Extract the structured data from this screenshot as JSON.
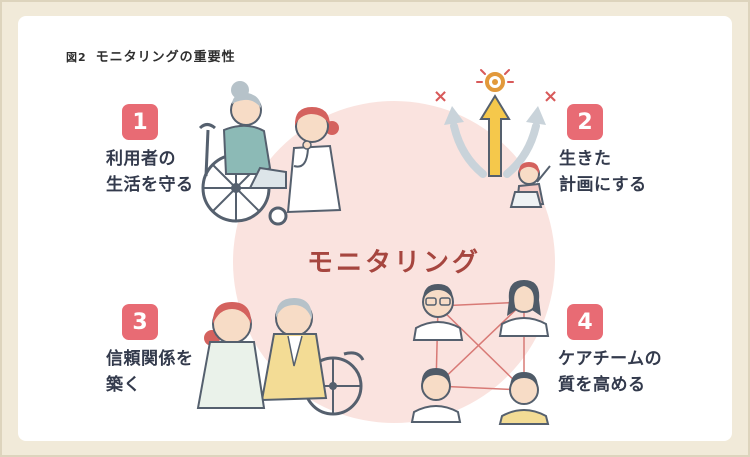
{
  "figure": {
    "label": "図2",
    "title": "モニタリングの重要性"
  },
  "center": {
    "label": "モニタリング"
  },
  "items": [
    {
      "number": "1",
      "label": "利用者の\n生活を守る"
    },
    {
      "number": "2",
      "label": "生きた\n計画にする"
    },
    {
      "number": "3",
      "label": "信頼関係を\n築く"
    },
    {
      "number": "4",
      "label": "ケアチームの\n質を高める"
    }
  ],
  "illustrations": [
    {
      "name": "caregiver-and-wheelchair-user-illustration"
    },
    {
      "name": "branching-arrows-to-goal-illustration"
    },
    {
      "name": "trust-conversation-illustration"
    },
    {
      "name": "care-team-network-illustration"
    }
  ],
  "colors": {
    "background": "#f1ead9",
    "card": "#ffffff",
    "circle": "#fae3df",
    "badge": "#e86b74",
    "center_text": "#a6463f",
    "label_text": "#333a4c",
    "outline": "#55606e",
    "arrow_yellow": "#f5c84b",
    "x_mark_red": "#d85a5a",
    "network_line": "#d87a76"
  }
}
